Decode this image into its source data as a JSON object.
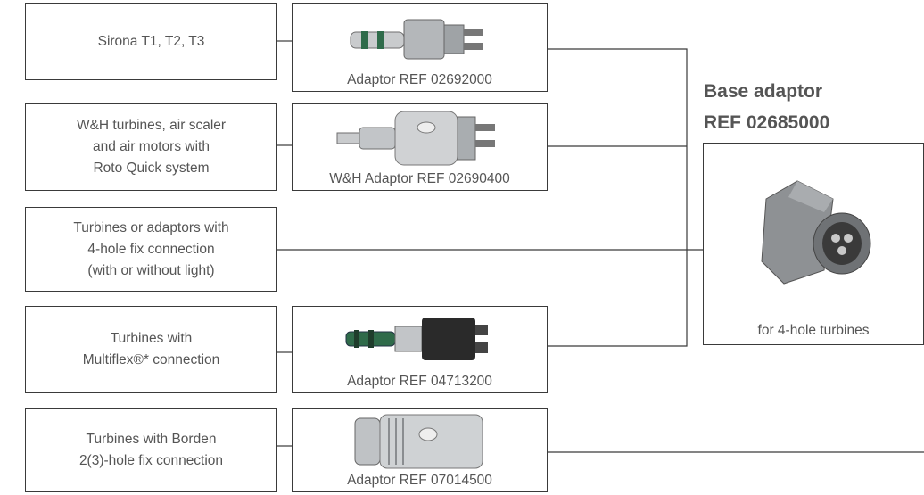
{
  "base": {
    "title_line1": "Base adaptor",
    "title_line2": "REF 02685000",
    "caption": "for 4-hole turbines"
  },
  "rows": [
    {
      "lines": [
        "Sirona T1, T2, T3"
      ],
      "adaptor": "Adaptor REF 02692000"
    },
    {
      "lines": [
        "W&H turbines, air scaler",
        "and air motors with",
        "Roto Quick system"
      ],
      "adaptor": "W&H Adaptor REF 02690400"
    },
    {
      "lines": [
        "Turbines or adaptors with",
        "4-hole fix connection",
        "(with or without light)"
      ],
      "adaptor": ""
    },
    {
      "lines": [
        "Turbines with",
        "Multiflex®* connection"
      ],
      "adaptor": "Adaptor REF 04713200"
    },
    {
      "lines": [
        "Turbines with Borden",
        "2(3)-hole fix connection"
      ],
      "adaptor": "Adaptor  REF 07014500"
    }
  ],
  "colors": {
    "line": "#3a3a3a",
    "metal": "#b9bcbf",
    "dark": "#2a2a2a",
    "green": "#2f6b4a"
  }
}
